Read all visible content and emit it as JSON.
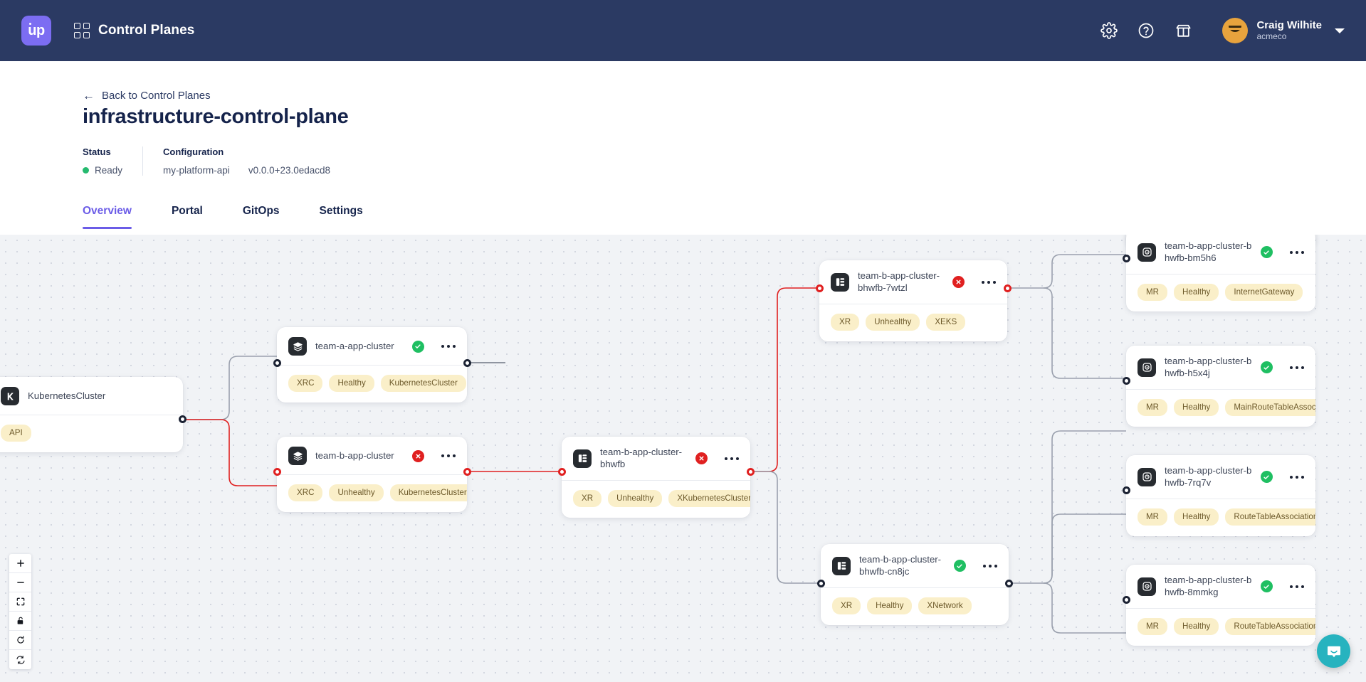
{
  "topnav": {
    "logo_text": "up",
    "app_title": "Control Planes",
    "icons": [
      "gear-icon",
      "help-circle-icon",
      "marketplace-icon"
    ],
    "user": {
      "name": "Craig Wilhite",
      "org": "acmeco"
    }
  },
  "header": {
    "back_label": "Back to Control Planes",
    "title": "infrastructure-control-plane",
    "status_label": "Status",
    "status_value": "Ready",
    "status_color": "#25ba6f",
    "config_label": "Configuration",
    "config_name": "my-platform-api",
    "config_version": "v0.0.0+23.0edacd8"
  },
  "tabs": [
    {
      "label": "Overview",
      "active": true
    },
    {
      "label": "Portal",
      "active": false
    },
    {
      "label": "GitOps",
      "active": false
    },
    {
      "label": "Settings",
      "active": false
    }
  ],
  "graph": {
    "nodes": [
      {
        "id": "kubernetescluster",
        "name": "KubernetesCluster",
        "icon": "crossplane-k-icon",
        "status": "none",
        "tags": [
          "API"
        ]
      },
      {
        "id": "team-a-app-cluster",
        "name": "team-a-app-cluster",
        "icon": "layers-icon",
        "status": "healthy",
        "tags": [
          "XRC",
          "Healthy",
          "KubernetesCluster"
        ]
      },
      {
        "id": "team-b-app-cluster",
        "name": "team-b-app-cluster",
        "icon": "layers-icon",
        "status": "unhealthy",
        "tags": [
          "XRC",
          "Unhealthy",
          "KubernetesCluster"
        ]
      },
      {
        "id": "team-b-app-cluster-bhwfb",
        "name": "team-b-app-cluster-bhwfb",
        "icon": "composite-icon",
        "status": "unhealthy",
        "tags": [
          "XR",
          "Unhealthy",
          "XKubernetesCluster"
        ]
      },
      {
        "id": "bhwfb-7wtzl",
        "name": "team-b-app-cluster-bhwfb-7wtzl",
        "icon": "composite-icon",
        "status": "unhealthy",
        "tags": [
          "XR",
          "Unhealthy",
          "XEKS"
        ]
      },
      {
        "id": "bhwfb-cn8jc",
        "name": "team-b-app-cluster-bhwfb-cn8jc",
        "icon": "composite-icon",
        "status": "healthy",
        "tags": [
          "XR",
          "Healthy",
          "XNetwork"
        ]
      },
      {
        "id": "bhwfb-bm5h6",
        "name": "team-b-app-cluster-bhwfb-bm5h6",
        "icon": "managed-resource-icon",
        "status": "healthy",
        "tags": [
          "MR",
          "Healthy",
          "InternetGateway"
        ]
      },
      {
        "id": "bhwfb-h5x4j",
        "name": "team-b-app-cluster-bhwfb-h5x4j",
        "icon": "managed-resource-icon",
        "status": "healthy",
        "tags": [
          "MR",
          "Healthy",
          "MainRouteTableAssoc"
        ]
      },
      {
        "id": "bhwfb-7rq7v",
        "name": "team-b-app-cluster-bhwfb-7rq7v",
        "icon": "managed-resource-icon",
        "status": "healthy",
        "tags": [
          "MR",
          "Healthy",
          "RouteTableAssociation"
        ]
      },
      {
        "id": "bhwfb-8mmkg",
        "name": "team-b-app-cluster-bhwfb-8mmkg",
        "icon": "managed-resource-icon",
        "status": "healthy",
        "tags": [
          "MR",
          "Healthy",
          "RouteTableAssociation"
        ]
      }
    ],
    "edge_colors": {
      "healthy": "#9aa0ad",
      "unhealthy": "#e02020"
    },
    "controls": [
      "zoom-in",
      "zoom-out",
      "fit-view",
      "lock",
      "reset",
      "sync"
    ]
  },
  "colors": {
    "nav_bg": "#2b3a63",
    "accent": "#6b5ce7",
    "canvas_bg": "#f1f3f6",
    "tag_bg": "#faefc9",
    "healthy": "#1fbf62",
    "unhealthy": "#e02020",
    "intercom": "#27b3bf"
  }
}
